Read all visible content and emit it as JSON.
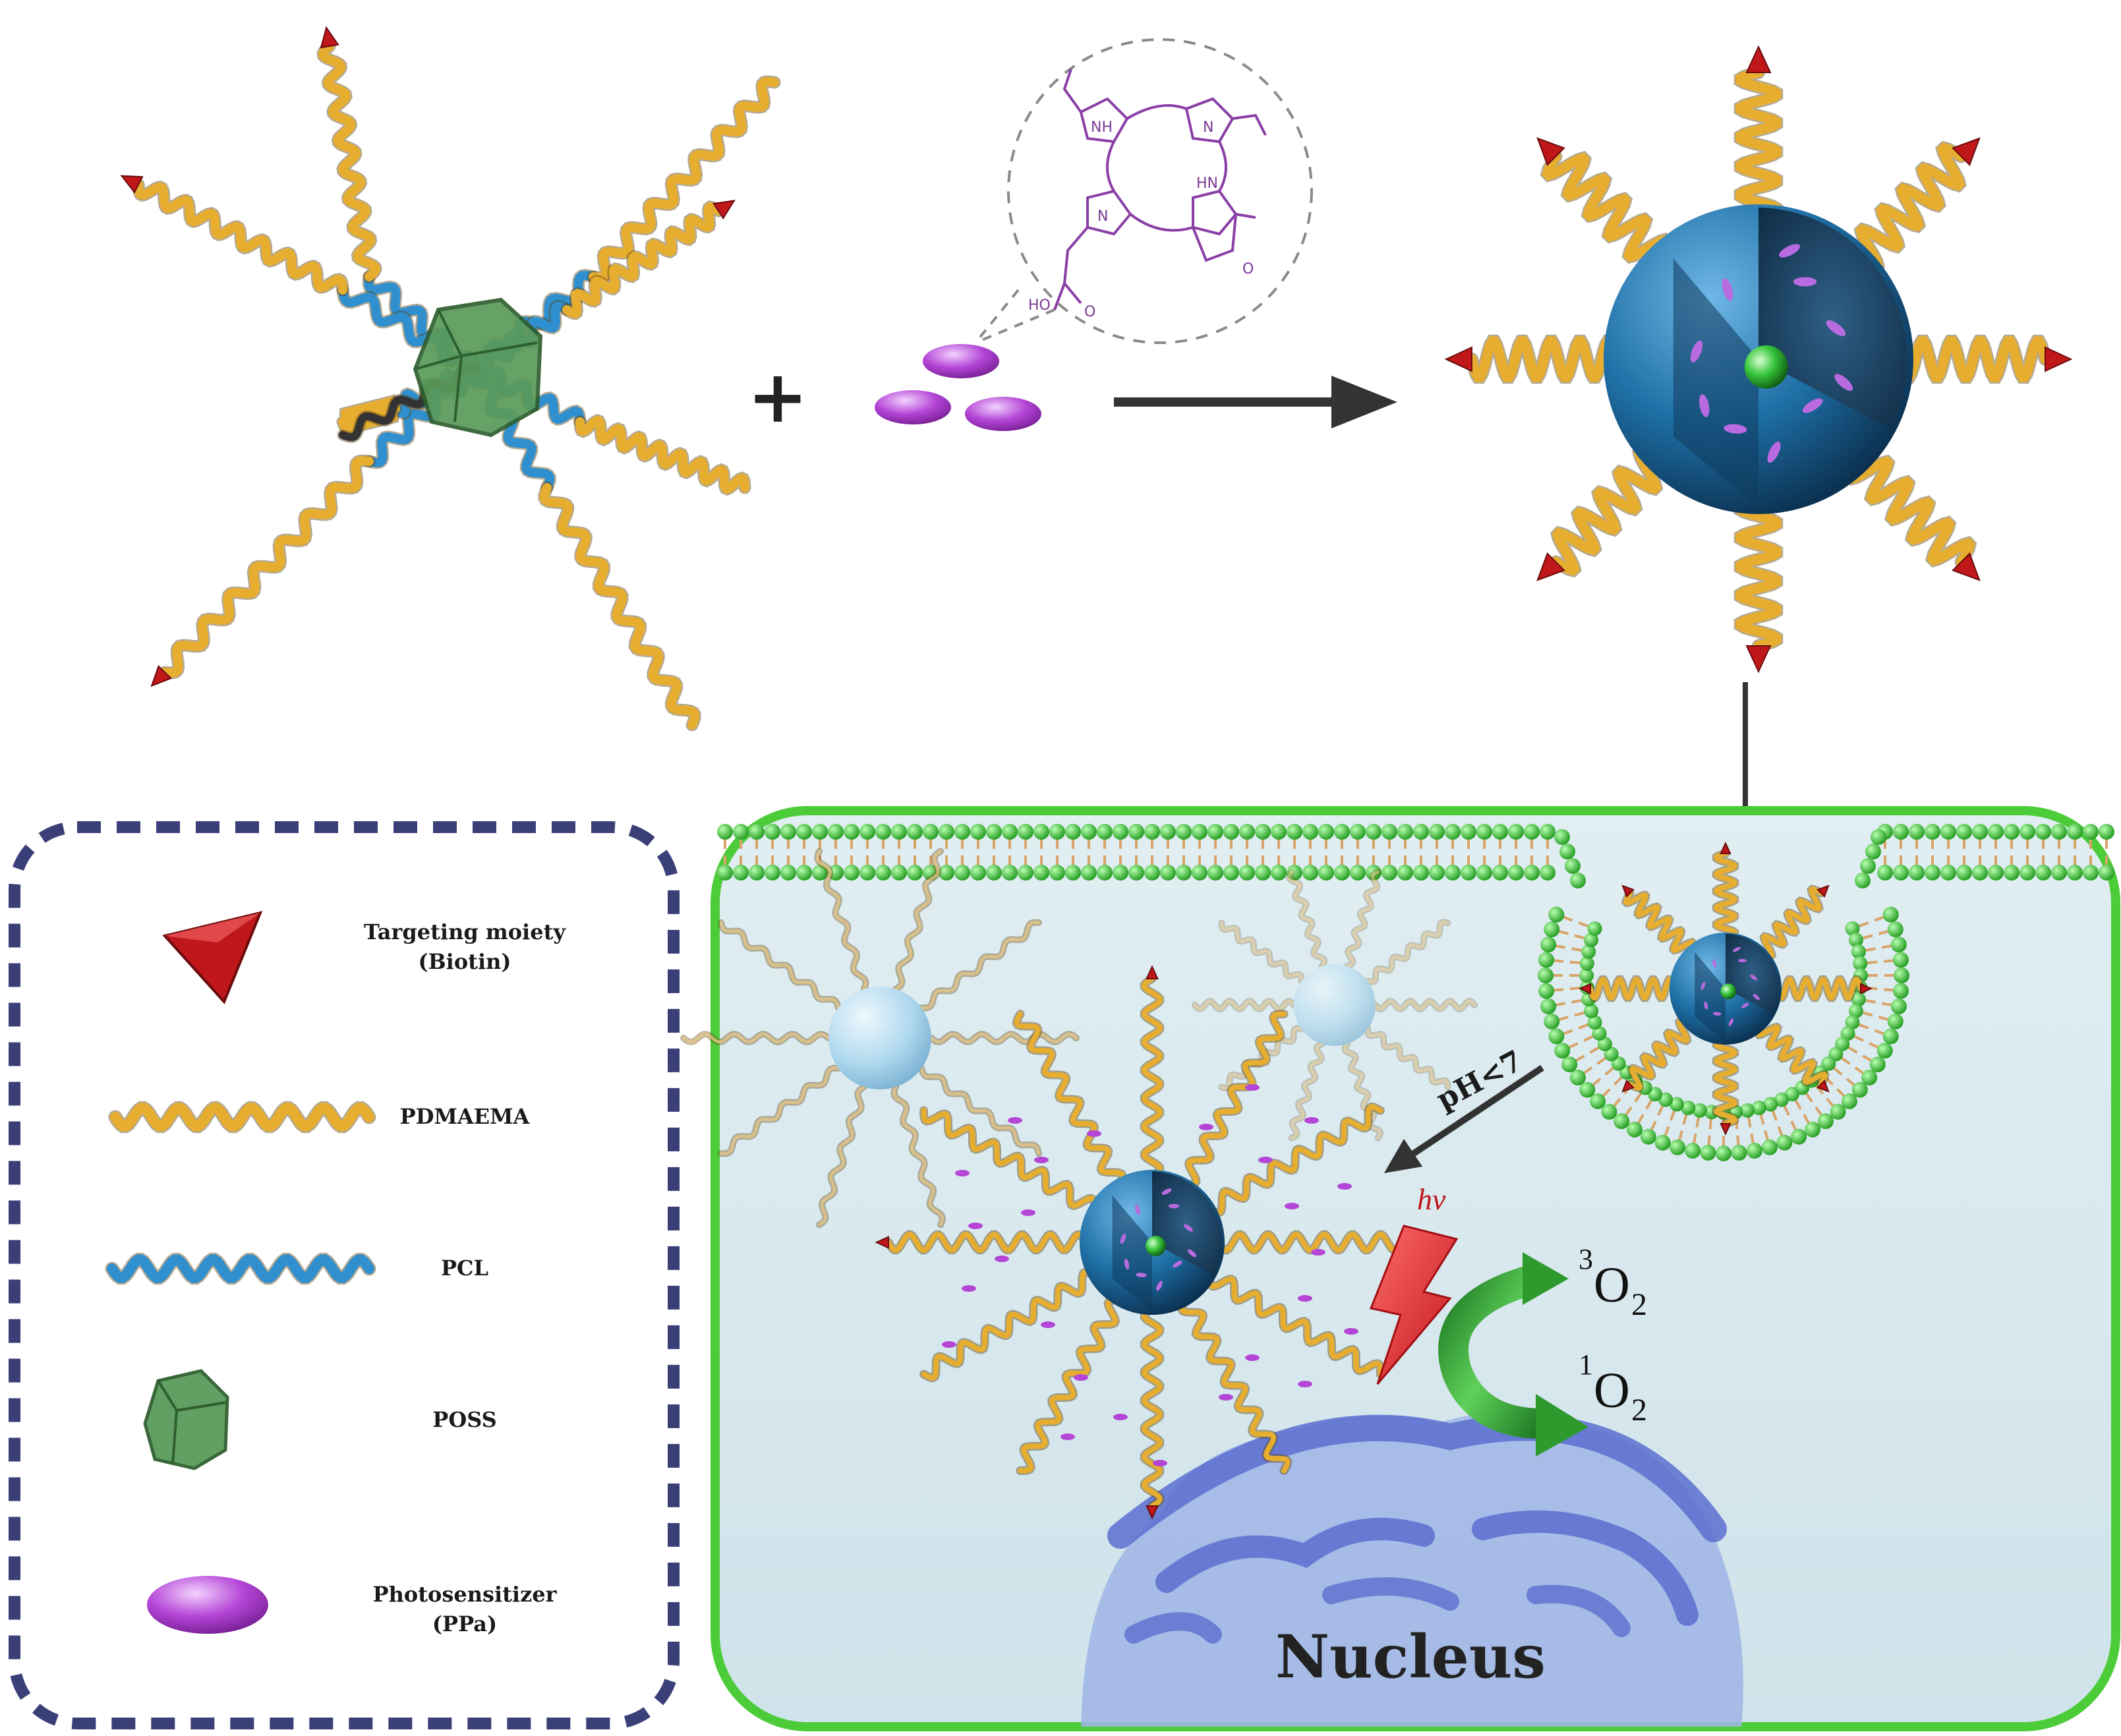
{
  "legend": {
    "items": [
      {
        "key": "targeting",
        "line1": "Targeting moiety",
        "line2": "(Biotin)"
      },
      {
        "key": "pdmaema",
        "line1": "PDMAEMA",
        "line2": ""
      },
      {
        "key": "pcl",
        "line1": "PCL",
        "line2": ""
      },
      {
        "key": "poss",
        "line1": "POSS",
        "line2": ""
      },
      {
        "key": "ps",
        "line1": "Photosensitizer",
        "line2": "(PPa)"
      }
    ]
  },
  "reaction": {
    "plus": "+",
    "molecule_labels": {
      "nh": "NH",
      "n1": "N",
      "n2": "N",
      "hn": "HN",
      "ho": "HO",
      "o1": "O",
      "o2": "O"
    }
  },
  "cell": {
    "ph_label": "pH<7",
    "hv_label": "hv",
    "triplet": {
      "sup": "3",
      "base": "O",
      "sub": "2"
    },
    "singlet": {
      "sup": "1",
      "base": "O",
      "sub": "2"
    },
    "nucleus_label": "Nucleus"
  },
  "colors": {
    "pdmaema": "#e6ad2f",
    "pcl": "#2f8fcf",
    "poss": "#5a9a5a",
    "biotin": "#c0171b",
    "ppa": "#b445d6",
    "micelle": "#1f6a9e",
    "membrane_head": "#3fc03a",
    "cell_fill": "#d8e9ee",
    "nucleus": "#6a7fd0",
    "legend_border": "#3b3f78"
  }
}
